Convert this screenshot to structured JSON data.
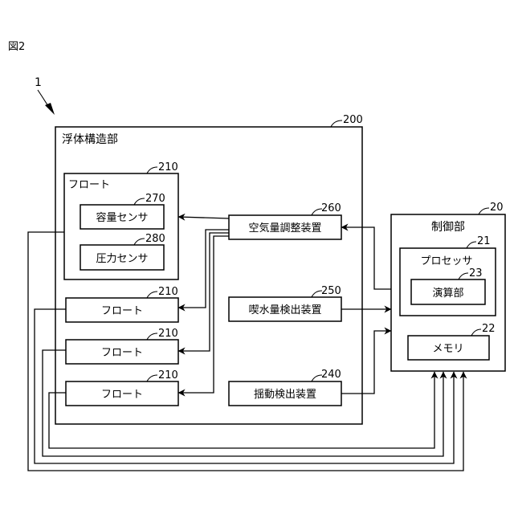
{
  "figure_label": "図2",
  "system_ref": "1",
  "floating_structure": {
    "title": "浮体構造部",
    "ref": "200"
  },
  "float_detailed": {
    "title": "フロート",
    "ref": "210"
  },
  "capacity_sensor": {
    "label": "容量センサ",
    "ref": "270"
  },
  "pressure_sensor": {
    "label": "圧力センサ",
    "ref": "280"
  },
  "floats": [
    {
      "label": "フロート",
      "ref": "210"
    },
    {
      "label": "フロート",
      "ref": "210"
    },
    {
      "label": "フロート",
      "ref": "210"
    }
  ],
  "air_adjuster": {
    "label": "空気量調整装置",
    "ref": "260"
  },
  "draft_detector": {
    "label": "喫水量検出装置",
    "ref": "250"
  },
  "sway_detector": {
    "label": "揺動検出装置",
    "ref": "240"
  },
  "control_unit": {
    "title": "制御部",
    "ref": "20"
  },
  "processor": {
    "title": "プロセッサ",
    "ref": "21"
  },
  "arithmetic_unit": {
    "label": "演算部",
    "ref": "23"
  },
  "memory": {
    "label": "メモリ",
    "ref": "22"
  }
}
